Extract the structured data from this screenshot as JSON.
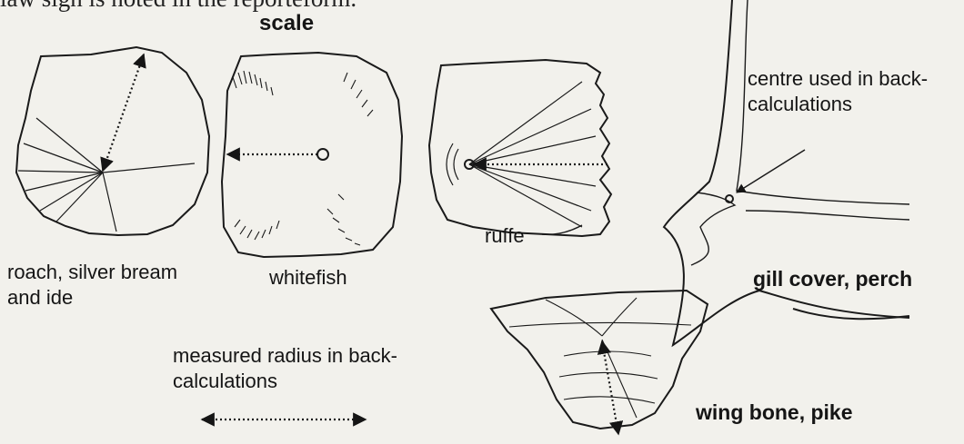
{
  "fragment_top": "law sign is noted in the reporteform.",
  "heading": "scale",
  "labels": {
    "roach": [
      "roach, silver bream",
      "and ide"
    ],
    "whitefish": "whitefish",
    "ruffe": "ruffe",
    "centre": [
      "centre used in back-",
      "calculations"
    ],
    "gill_cover": "gill cover, perch",
    "measured_radius": [
      "measured radius in back-",
      "calculations"
    ],
    "wing_bone": "wing bone, pike"
  }
}
